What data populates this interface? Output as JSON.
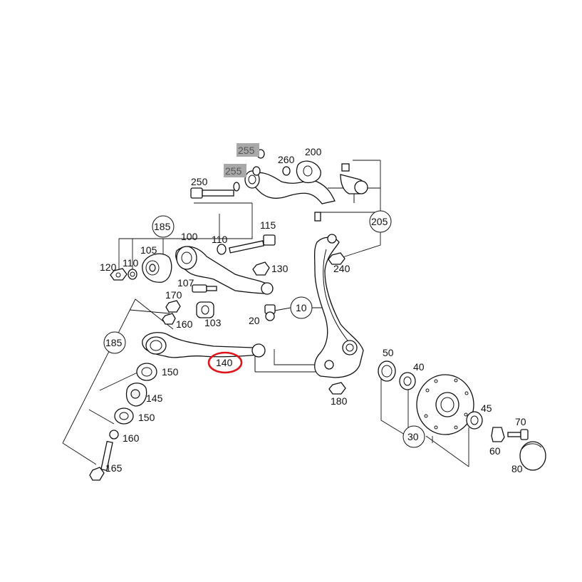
{
  "diagram": {
    "labels": {
      "p10": "10",
      "p20": "20",
      "p30": "30",
      "p40": "40",
      "p45": "45",
      "p50": "50",
      "p60": "60",
      "p70": "70",
      "p80": "80",
      "p100": "100",
      "p103": "103",
      "p105": "105",
      "p107": "107",
      "p110a": "110",
      "p110b": "110",
      "p115": "115",
      "p120": "120",
      "p130": "130",
      "p140": "140",
      "p145": "145",
      "p150a": "150",
      "p150b": "150",
      "p160a": "160",
      "p160b": "160",
      "p165": "165",
      "p170": "170",
      "p180": "180",
      "p185a": "185",
      "p185b": "185",
      "p200": "200",
      "p205": "205",
      "p240": "240",
      "p250": "250",
      "p255a": "255",
      "p255b": "255",
      "p260": "260"
    },
    "colors": {
      "highlight_ring": "#e0151b",
      "label_highlight_bg": "#a9a9a9",
      "line": "#111111"
    },
    "highlighted_part": "140"
  }
}
